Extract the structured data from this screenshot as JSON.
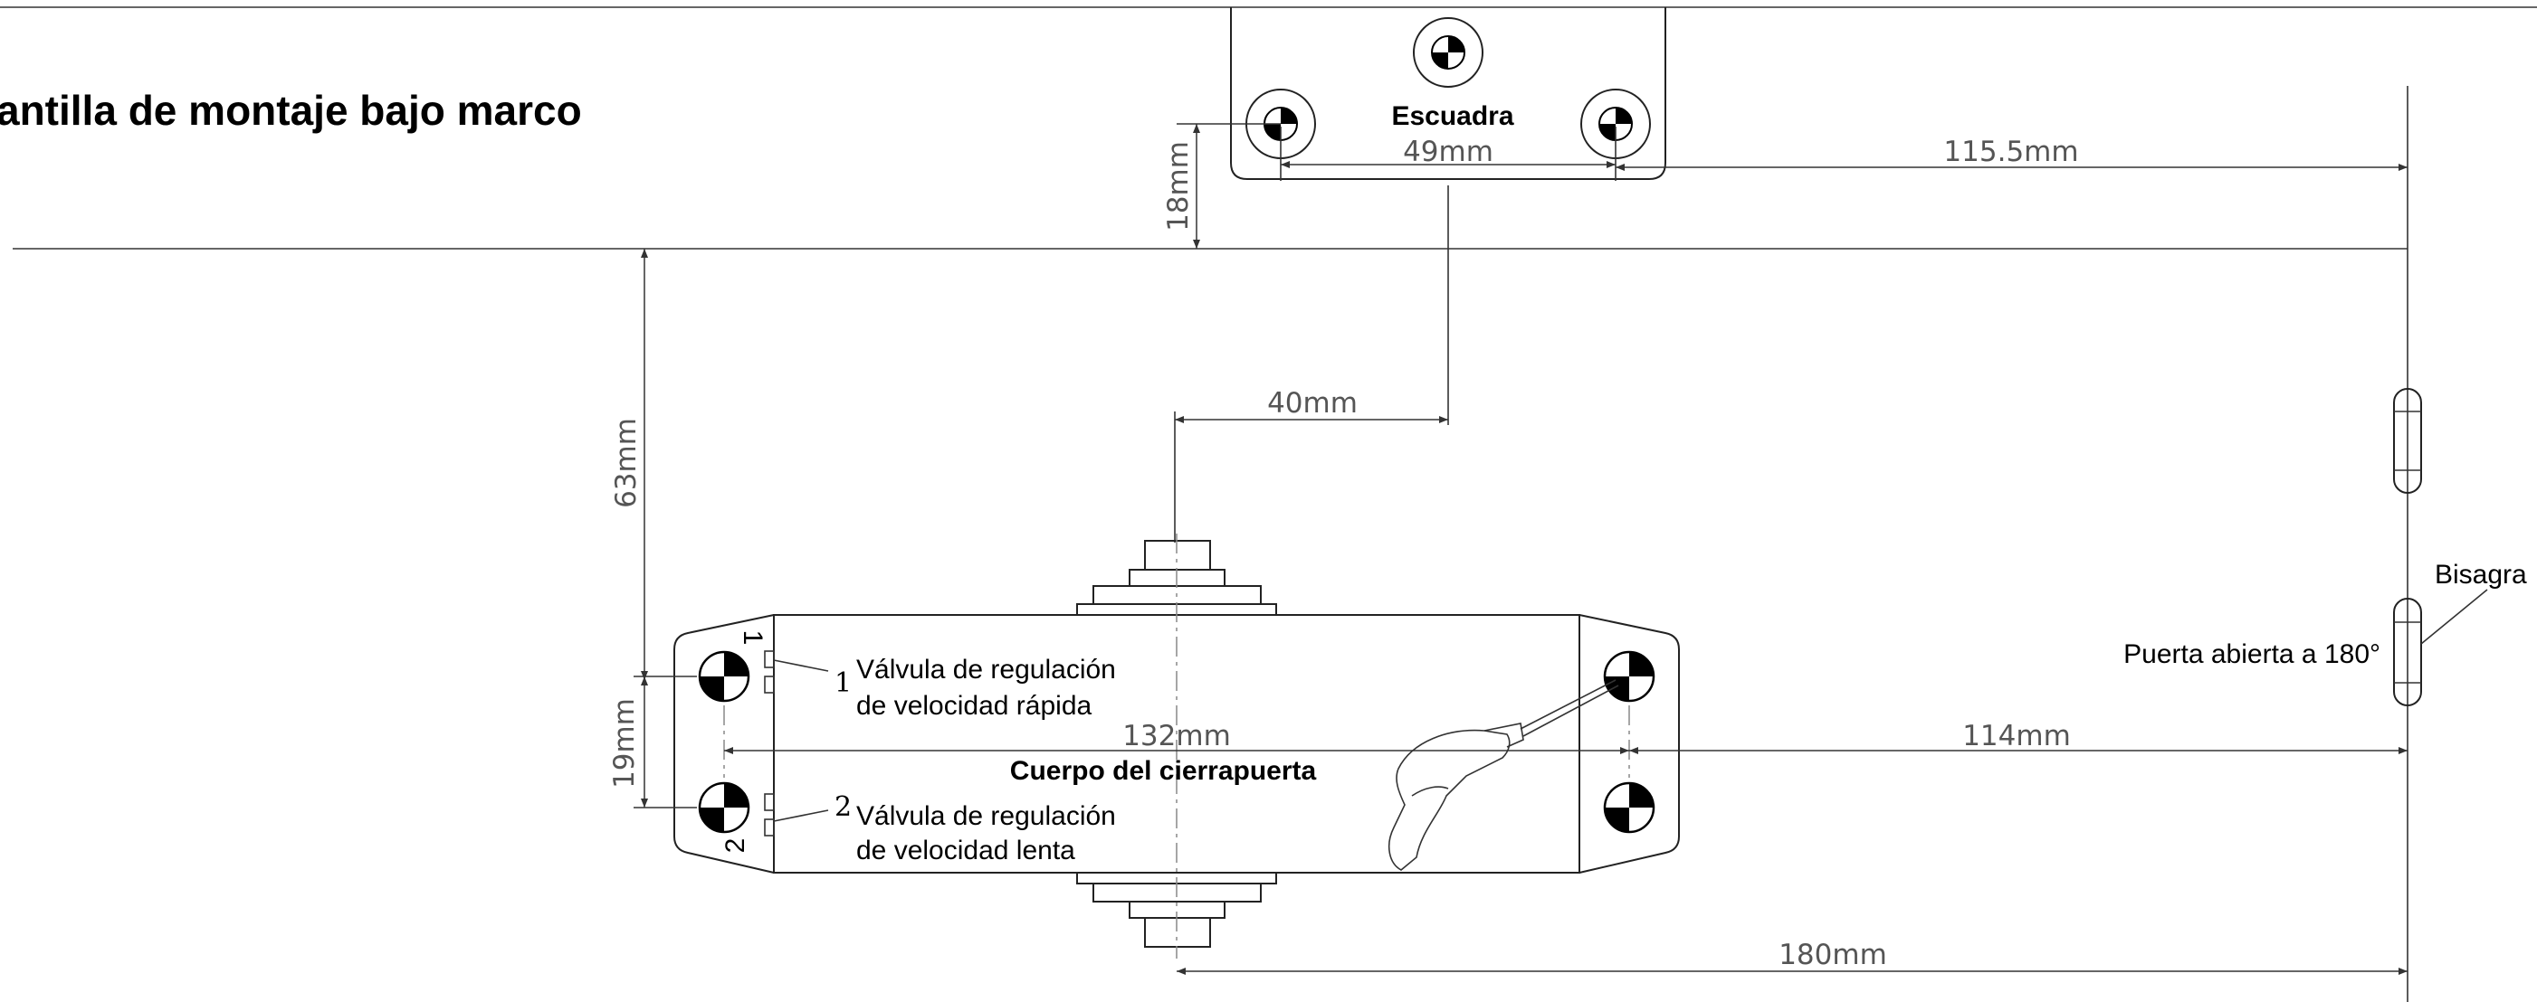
{
  "title": "antilla de montaje bajo marco",
  "labels": {
    "escuadra": "Escuadra",
    "body": "Cuerpo del cierrapuerta",
    "valve1_line1": "Válvula de regulación",
    "valve1_line2": "de velocidad rápida",
    "valve2_line1": "Válvula de regulación",
    "valve2_line2": "de velocidad lenta",
    "door": "Puerta abierta a 180°",
    "hinge": "Bisagra",
    "num1": "1",
    "num2": "2"
  },
  "dimensions": {
    "d49": "49mm",
    "d115": "115.5mm",
    "d18": "18mm",
    "d63": "63mm",
    "d40": "40mm",
    "d19": "19mm",
    "d132": "132mm",
    "d114": "114mm",
    "d180": "180mm"
  }
}
